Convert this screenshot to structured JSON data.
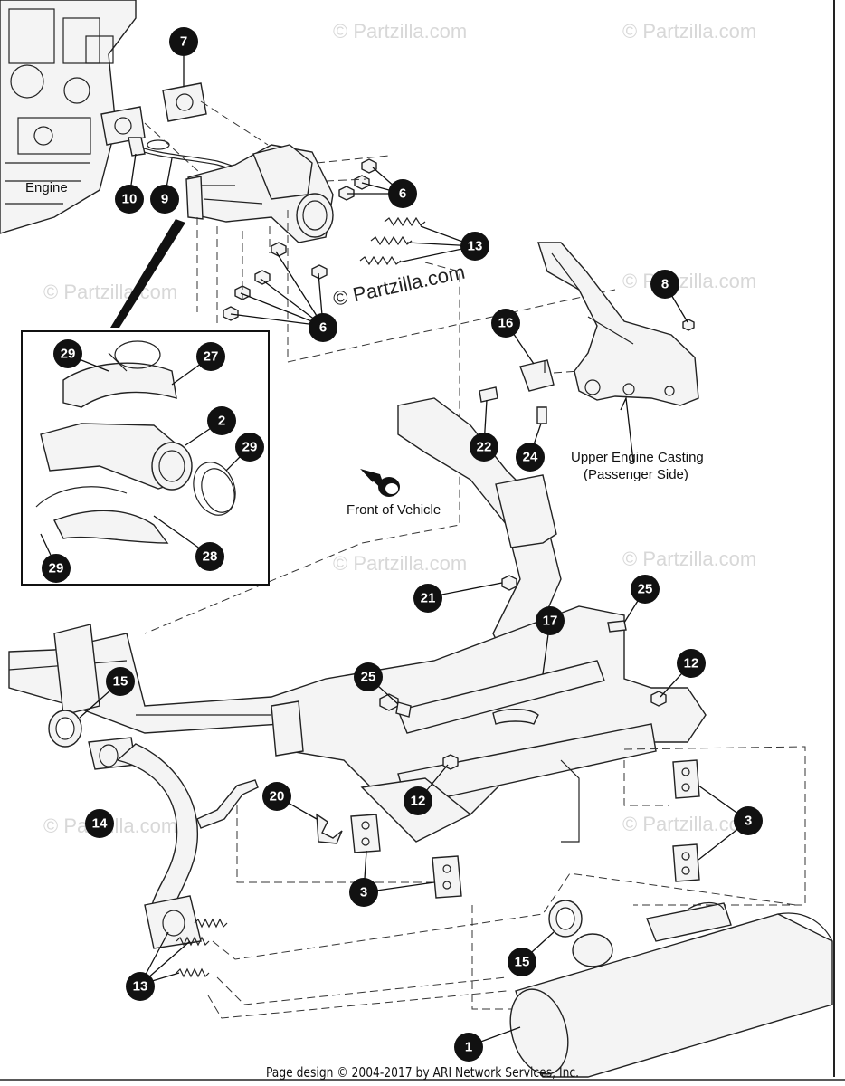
{
  "labels": {
    "engine": "Engine",
    "front_of_vehicle": "Front of Vehicle",
    "upper_casting_line1": "Upper Engine Casting",
    "upper_casting_line2": "(Passenger Side)"
  },
  "watermarks": {
    "brand": "© Partzilla.com"
  },
  "callouts": {
    "c1": "1",
    "c2": "2",
    "c3a": "3",
    "c3b": "3",
    "c6a": "6",
    "c6b": "6",
    "c7": "7",
    "c8": "8",
    "c9": "9",
    "c10": "10",
    "c12a": "12",
    "c12b": "12",
    "c13a": "13",
    "c13b": "13",
    "c14": "14",
    "c15a": "15",
    "c15b": "15",
    "c16": "16",
    "c17": "17",
    "c20": "20",
    "c21": "21",
    "c22": "22",
    "c24": "24",
    "c25a": "25",
    "c25b": "25",
    "c27": "27",
    "c28": "28",
    "c29a": "29",
    "c29b": "29",
    "c29c": "29"
  },
  "footer": "Page design © 2004-2017 by ARI Network Services, Inc."
}
